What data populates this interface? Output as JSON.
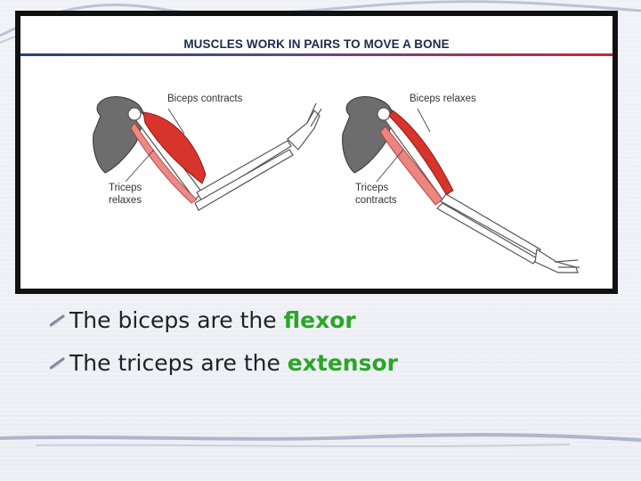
{
  "figure": {
    "title": "MUSCLES WORK IN PAIRS TO MOVE A BONE",
    "left_panel": {
      "biceps_label": "Biceps contracts",
      "triceps_label_line1": "Triceps",
      "triceps_label_line2": "relaxes"
    },
    "right_panel": {
      "biceps_label": "Biceps relaxes",
      "triceps_label_line1": "Triceps",
      "triceps_label_line2": "contracts"
    }
  },
  "bullets": [
    {
      "prefix": "The biceps are the",
      "keyword": "flexor"
    },
    {
      "prefix": "The triceps are the",
      "keyword": "extensor"
    }
  ],
  "colors": {
    "keyword": "#2aa628",
    "muscle": "#d8342c",
    "bone": "#ffffff",
    "scapula": "#6d6d6d"
  }
}
